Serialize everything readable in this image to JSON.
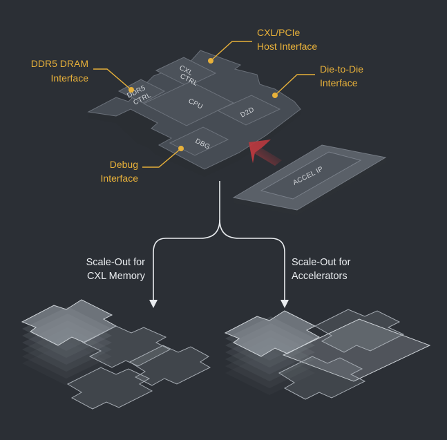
{
  "callouts": {
    "ddr5_line1": "DDR5 DRAM",
    "ddr5_line2": "Interface",
    "cxl_line1": "CXL/PCIe",
    "cxl_line2": "Host Interface",
    "d2d_line1": "Die-to-Die",
    "d2d_line2": "Interface",
    "debug_line1": "Debug",
    "debug_line2": "Interface"
  },
  "chip_blocks": {
    "cxl_ctrl_line1": "CXL",
    "cxl_ctrl_line2": "CTRL",
    "ddr5_ctrl_line1": "DDR5",
    "ddr5_ctrl_line2": "CTRL",
    "cpu": "CPU",
    "d2d": "D2D",
    "dbg": "DBG"
  },
  "accel_ip": "ACCEL IP",
  "scale_out": {
    "left_line1": "Scale-Out for",
    "left_line2": "CXL Memory",
    "right_line1": "Scale-Out for",
    "right_line2": "Accelerators"
  },
  "colors": {
    "background": "#2b2f35",
    "callout": "#e8b13a",
    "chip_top": "#474d55",
    "chip_side": "#2c3035",
    "accent_arrow": "#c0393f",
    "label_white": "#e9ecef"
  }
}
